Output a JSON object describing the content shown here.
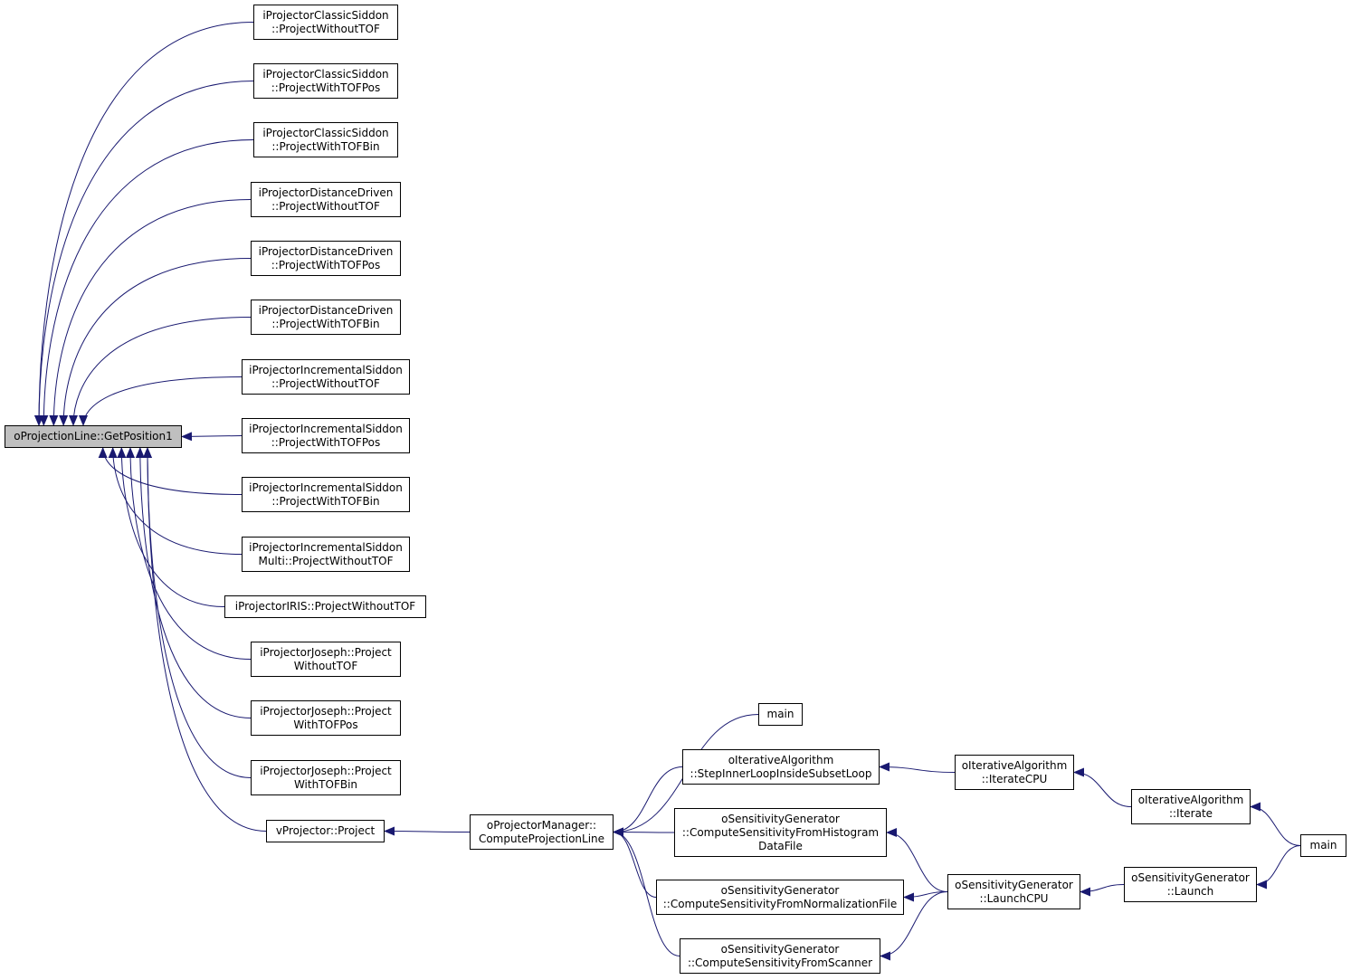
{
  "graph": {
    "edge_color": "#191970",
    "focus_fill": "#bfbfbf",
    "nodes": [
      {
        "id": "n0",
        "lines": [
          "oProjectionLine::GetPosition1"
        ],
        "focus": true
      },
      {
        "id": "n1",
        "lines": [
          "iProjectorClassicSiddon",
          "::ProjectWithoutTOF"
        ]
      },
      {
        "id": "n2",
        "lines": [
          "iProjectorClassicSiddon",
          "::ProjectWithTOFPos"
        ]
      },
      {
        "id": "n3",
        "lines": [
          "iProjectorClassicSiddon",
          "::ProjectWithTOFBin"
        ]
      },
      {
        "id": "n4",
        "lines": [
          "iProjectorDistanceDriven",
          "::ProjectWithoutTOF"
        ]
      },
      {
        "id": "n5",
        "lines": [
          "iProjectorDistanceDriven",
          "::ProjectWithTOFPos"
        ]
      },
      {
        "id": "n6",
        "lines": [
          "iProjectorDistanceDriven",
          "::ProjectWithTOFBin"
        ]
      },
      {
        "id": "n7",
        "lines": [
          "iProjectorIncrementalSiddon",
          "::ProjectWithoutTOF"
        ]
      },
      {
        "id": "n8",
        "lines": [
          "iProjectorIncrementalSiddon",
          "::ProjectWithTOFPos"
        ]
      },
      {
        "id": "n9",
        "lines": [
          "iProjectorIncrementalSiddon",
          "::ProjectWithTOFBin"
        ]
      },
      {
        "id": "n10",
        "lines": [
          "iProjectorIncrementalSiddon",
          "Multi::ProjectWithoutTOF"
        ]
      },
      {
        "id": "n11",
        "lines": [
          "iProjectorIRIS::ProjectWithoutTOF"
        ]
      },
      {
        "id": "n12",
        "lines": [
          "iProjectorJoseph::Project",
          "WithoutTOF"
        ]
      },
      {
        "id": "n13",
        "lines": [
          "iProjectorJoseph::Project",
          "WithTOFPos"
        ]
      },
      {
        "id": "n14",
        "lines": [
          "iProjectorJoseph::Project",
          "WithTOFBin"
        ]
      },
      {
        "id": "n15",
        "lines": [
          "vProjector::Project"
        ]
      },
      {
        "id": "n16",
        "lines": [
          "oProjectorManager::",
          "ComputeProjectionLine"
        ]
      },
      {
        "id": "n17",
        "lines": [
          "main"
        ]
      },
      {
        "id": "n18",
        "lines": [
          "oIterativeAlgorithm",
          "::StepInnerLoopInsideSubsetLoop"
        ]
      },
      {
        "id": "n19",
        "lines": [
          "oSensitivityGenerator",
          "::ComputeSensitivityFromHistogram",
          "DataFile"
        ]
      },
      {
        "id": "n20",
        "lines": [
          "oSensitivityGenerator",
          "::ComputeSensitivityFromNormalizationFile"
        ]
      },
      {
        "id": "n21",
        "lines": [
          "oSensitivityGenerator",
          "::ComputeSensitivityFromScanner"
        ]
      },
      {
        "id": "n22",
        "lines": [
          "oIterativeAlgorithm",
          "::IterateCPU"
        ]
      },
      {
        "id": "n23",
        "lines": [
          "oSensitivityGenerator",
          "::LaunchCPU"
        ]
      },
      {
        "id": "n24",
        "lines": [
          "oIterativeAlgorithm",
          "::Iterate"
        ]
      },
      {
        "id": "n25",
        "lines": [
          "oSensitivityGenerator",
          "::Launch"
        ]
      },
      {
        "id": "n26",
        "lines": [
          "main"
        ]
      }
    ],
    "edges": [
      {
        "from": "n1",
        "to": "n0"
      },
      {
        "from": "n2",
        "to": "n0"
      },
      {
        "from": "n3",
        "to": "n0"
      },
      {
        "from": "n4",
        "to": "n0"
      },
      {
        "from": "n5",
        "to": "n0"
      },
      {
        "from": "n6",
        "to": "n0"
      },
      {
        "from": "n7",
        "to": "n0"
      },
      {
        "from": "n8",
        "to": "n0"
      },
      {
        "from": "n9",
        "to": "n0"
      },
      {
        "from": "n10",
        "to": "n0"
      },
      {
        "from": "n11",
        "to": "n0"
      },
      {
        "from": "n12",
        "to": "n0"
      },
      {
        "from": "n13",
        "to": "n0"
      },
      {
        "from": "n14",
        "to": "n0"
      },
      {
        "from": "n15",
        "to": "n0"
      },
      {
        "from": "n16",
        "to": "n15"
      },
      {
        "from": "n17",
        "to": "n16"
      },
      {
        "from": "n18",
        "to": "n16"
      },
      {
        "from": "n19",
        "to": "n16"
      },
      {
        "from": "n20",
        "to": "n16"
      },
      {
        "from": "n21",
        "to": "n16"
      },
      {
        "from": "n22",
        "to": "n18"
      },
      {
        "from": "n23",
        "to": "n19"
      },
      {
        "from": "n23",
        "to": "n20"
      },
      {
        "from": "n23",
        "to": "n21"
      },
      {
        "from": "n24",
        "to": "n22"
      },
      {
        "from": "n25",
        "to": "n23"
      },
      {
        "from": "n26",
        "to": "n24"
      },
      {
        "from": "n26",
        "to": "n25"
      }
    ]
  }
}
